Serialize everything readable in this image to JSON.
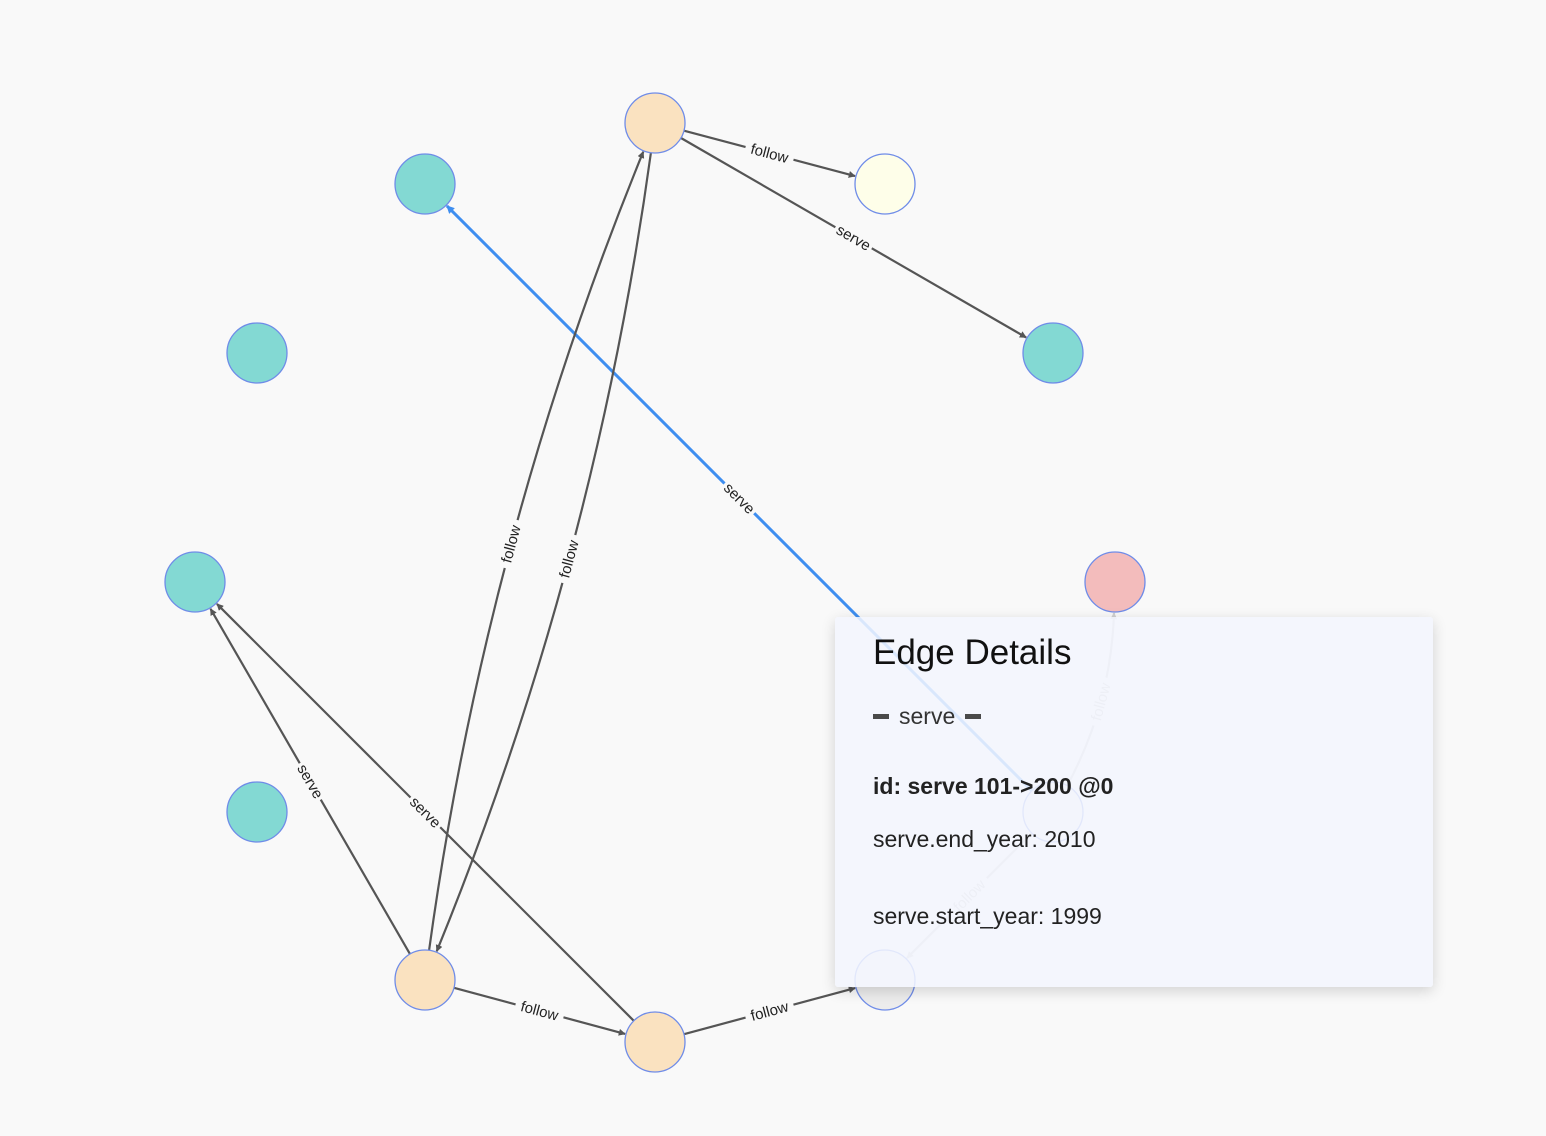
{
  "colors": {
    "background": "#f9f9f9",
    "edge": "#555555",
    "selected_edge": "#3e8ef0",
    "faded_edge": "#cfcfcf",
    "node_stroke": "#6f8ce8",
    "teal_node": "#83d9d3",
    "peach_node": "#fae2c0",
    "cream_node": "#fefee9",
    "pink_node": "#f3bcbc",
    "grey_node": "#ececec"
  },
  "graph": {
    "nodes": [
      {
        "id": "n-top-peach",
        "fill": "peach_node"
      },
      {
        "id": "n-cream",
        "fill": "cream_node"
      },
      {
        "id": "n-teal-1",
        "fill": "teal_node"
      },
      {
        "id": "n-teal-2",
        "fill": "teal_node"
      },
      {
        "id": "n-teal-right",
        "fill": "teal_node"
      },
      {
        "id": "n-teal-3",
        "fill": "teal_node"
      },
      {
        "id": "n-teal-4",
        "fill": "teal_node"
      },
      {
        "id": "n-pink",
        "fill": "pink_node"
      },
      {
        "id": "n-grey-mid",
        "fill": "grey_node"
      },
      {
        "id": "n-bottom-left",
        "fill": "peach_node"
      },
      {
        "id": "n-bottom-mid",
        "fill": "peach_node"
      },
      {
        "id": "n-bottom-right",
        "fill": "grey_node"
      }
    ],
    "edges": [
      {
        "source": "n-top-peach",
        "target": "n-cream",
        "label": "follow",
        "style": "normal"
      },
      {
        "source": "n-top-peach",
        "target": "n-teal-right",
        "label": "serve",
        "style": "normal"
      },
      {
        "source": "n-grey-mid",
        "target": "n-teal-1",
        "label": "serve",
        "style": "selected"
      },
      {
        "source": "n-top-peach",
        "target": "n-bottom-left",
        "label": "follow",
        "style": "normal",
        "bend": -28
      },
      {
        "source": "n-bottom-left",
        "target": "n-top-peach",
        "label": "follow",
        "style": "normal",
        "bend": -28
      },
      {
        "source": "n-bottom-left",
        "target": "n-teal-3",
        "label": "serve",
        "style": "normal"
      },
      {
        "source": "n-bottom-mid",
        "target": "n-teal-3",
        "label": "serve",
        "style": "normal"
      },
      {
        "source": "n-bottom-left",
        "target": "n-bottom-mid",
        "label": "follow",
        "style": "normal"
      },
      {
        "source": "n-bottom-mid",
        "target": "n-bottom-right",
        "label": "follow",
        "style": "normal"
      },
      {
        "source": "n-grey-mid",
        "target": "n-pink",
        "label": "follow",
        "style": "faded",
        "bend": 14
      },
      {
        "source": "n-grey-mid",
        "target": "n-bottom-right",
        "label": "follow",
        "style": "faded"
      }
    ]
  },
  "panel": {
    "title": "Edge Details",
    "edge_type": "serve",
    "id_line": "id: serve 101->200 @0",
    "end_year": "serve.end_year: 2010",
    "start_year": "serve.start_year: 1999"
  }
}
